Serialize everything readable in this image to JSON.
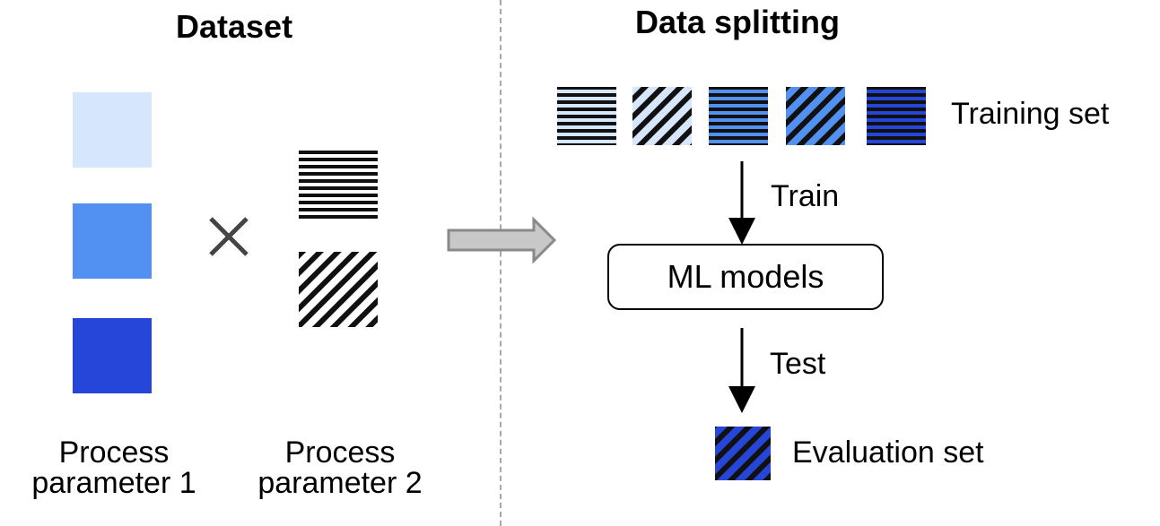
{
  "left_panel": {
    "title": "Dataset",
    "param1_caption": "Process\nparameter 1",
    "param2_caption": "Process\nparameter 2",
    "colors": [
      "#d6e6fc",
      "#5291f2",
      "#2645d9"
    ]
  },
  "right_panel": {
    "title": "Data splitting",
    "training_label": "Training set",
    "train_label": "Train",
    "model_label": "ML models",
    "test_label": "Test",
    "evaluation_label": "Evaluation set"
  },
  "icons": {
    "multiply": "multiply-icon",
    "flow_arrow": "right-arrow-icon"
  }
}
